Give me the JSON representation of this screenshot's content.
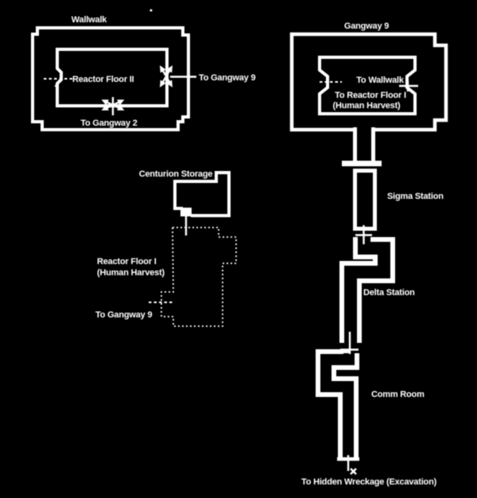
{
  "map": {
    "wallwalk": {
      "title": "Wallwalk",
      "room_label": "Reactor Floor II",
      "exit_right": "To Gangway 9",
      "exit_bottom": "To Gangway 2"
    },
    "gangway9": {
      "title": "Gangway 9",
      "teleport_wallwalk": "To Wallwalk",
      "teleport_reactor_line1": "To Reactor Floor I",
      "teleport_reactor_line2": "(Human Harvest)"
    },
    "centurion_storage": {
      "title": "Centurion Storage"
    },
    "reactor_floor1": {
      "label_line1": "Reactor Floor I",
      "label_line2": "(Human Harvest)",
      "exit": "To Gangway 9"
    },
    "stations": {
      "sigma": "Sigma Station",
      "delta": "Delta Station",
      "comm": "Comm Room",
      "bottom_exit": "To Hidden Wreckage (Excavation)"
    }
  },
  "colors": {
    "background": "#000000",
    "line": "#ffffff"
  }
}
